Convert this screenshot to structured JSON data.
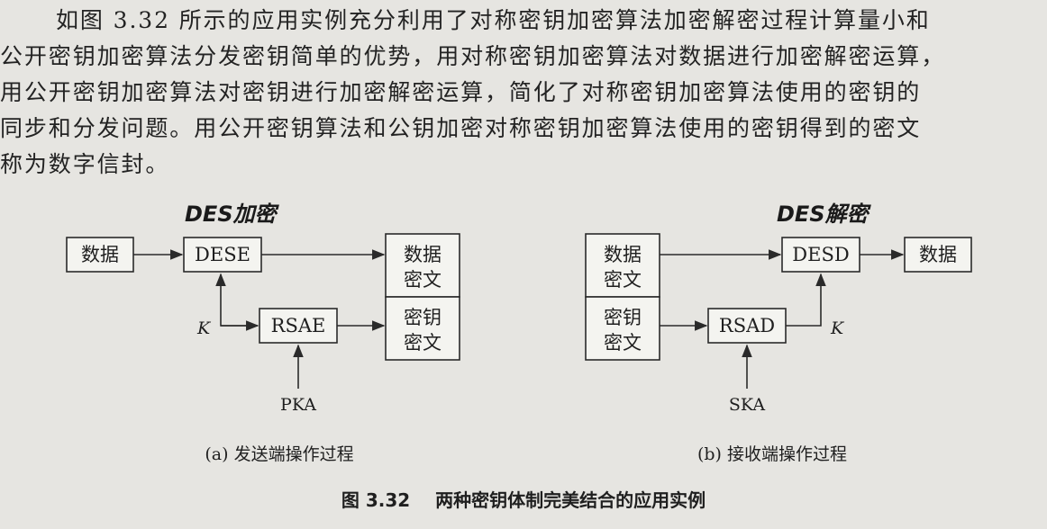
{
  "paragraph": {
    "lines": [
      "如图 3.32 所示的应用实例充分利用了对称密钥加密算法加密解密过程计算量小和",
      "公开密钥加密算法分发密钥简单的优势，用对称密钥加密算法对数据进行加密解密运算，",
      "用公开密钥加密算法对密钥进行加密解密运算，简化了对称密钥加密算法使用的密钥的",
      "同步和分发问题。用公开密钥算法和公钥加密对称密钥加密算法使用的密钥得到的密文",
      "称为数字信封。"
    ]
  },
  "figure": {
    "send": {
      "annotation": "DES加密",
      "data_box": "数据",
      "encrypt_box": "DESE",
      "rsa_box": "RSAE",
      "k_label": "K",
      "key_label": "PKA",
      "cipher_data": [
        "数据",
        "密文"
      ],
      "cipher_key": [
        "密钥",
        "密文"
      ],
      "caption": "(a) 发送端操作过程"
    },
    "recv": {
      "annotation": "DES解密",
      "cipher_data": [
        "数据",
        "密文"
      ],
      "cipher_key": [
        "密钥",
        "密文"
      ],
      "decrypt_box": "DESD",
      "rsa_box": "RSAD",
      "k_label": "K",
      "key_label": "SKA",
      "output_box": "数据",
      "caption": "(b) 接收端操作过程"
    },
    "title": "图 3.32    两种密钥体制完美结合的应用实例"
  }
}
